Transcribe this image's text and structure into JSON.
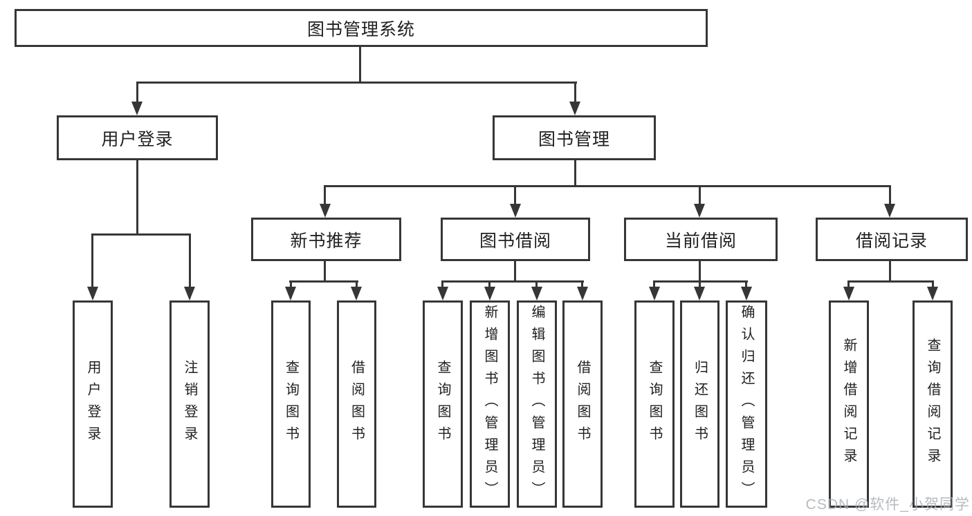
{
  "tree": {
    "root": "图书管理系统",
    "user_login": {
      "label": "用户登录",
      "children": [
        "用户登录",
        "注销登录"
      ]
    },
    "book_management": {
      "label": "图书管理",
      "new_book_recommendation": {
        "label": "新书推荐",
        "children": [
          "查询图书",
          "借阅图书"
        ]
      },
      "book_borrowing": {
        "label": "图书借阅",
        "children": [
          "查询图书",
          "新增图书（管理员）",
          "编辑图书（管理员）",
          "借阅图书"
        ]
      },
      "current_borrowing": {
        "label": "当前借阅",
        "children": [
          "查询图书",
          "归还图书",
          "确认归还（管理员）"
        ]
      },
      "borrowing_records": {
        "label": "借阅记录",
        "children": [
          "新增借阅记录",
          "查询借阅记录"
        ]
      }
    }
  },
  "colors": {
    "line": "#363636",
    "text": "#1f1f1f",
    "background": "#ffffff",
    "watermark": "#aab0b6"
  },
  "watermark": {
    "text": "CSDN @软件_小贺同学"
  }
}
